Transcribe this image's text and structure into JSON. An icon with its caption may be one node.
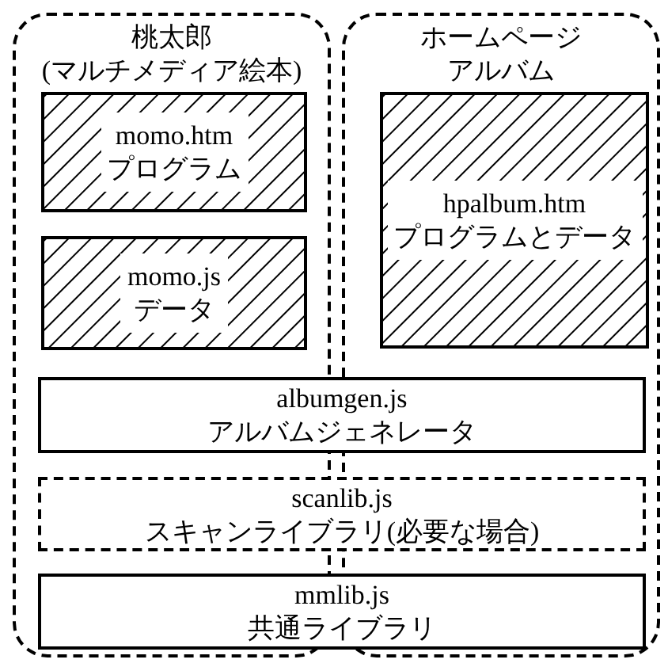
{
  "diagram": {
    "nodes": [
      {
        "text": [
          "桃太郎",
          "(マルチメディア絵本)"
        ]
      },
      {
        "text": [
          "momo.htm",
          "プログラム"
        ],
        "in": 0
      },
      {
        "text": [
          "momo.js",
          "データ"
        ],
        "in": 0
      },
      {
        "text": [
          "ホームページアルバム"
        ]
      },
      {
        "text": [
          "hpalbum.htm",
          "プログラムとデータ"
        ],
        "in": 3
      },
      {
        "text": [
          "albumgen.js",
          "アルバムジェネレータ"
        ]
      },
      {
        "text": [
          "scanlib.js",
          "スキャンライブラリ(必要な場合)"
        ]
      },
      {
        "text": [
          "mmlib.js",
          "共通ライブラリ"
        ]
      }
    ]
  }
}
